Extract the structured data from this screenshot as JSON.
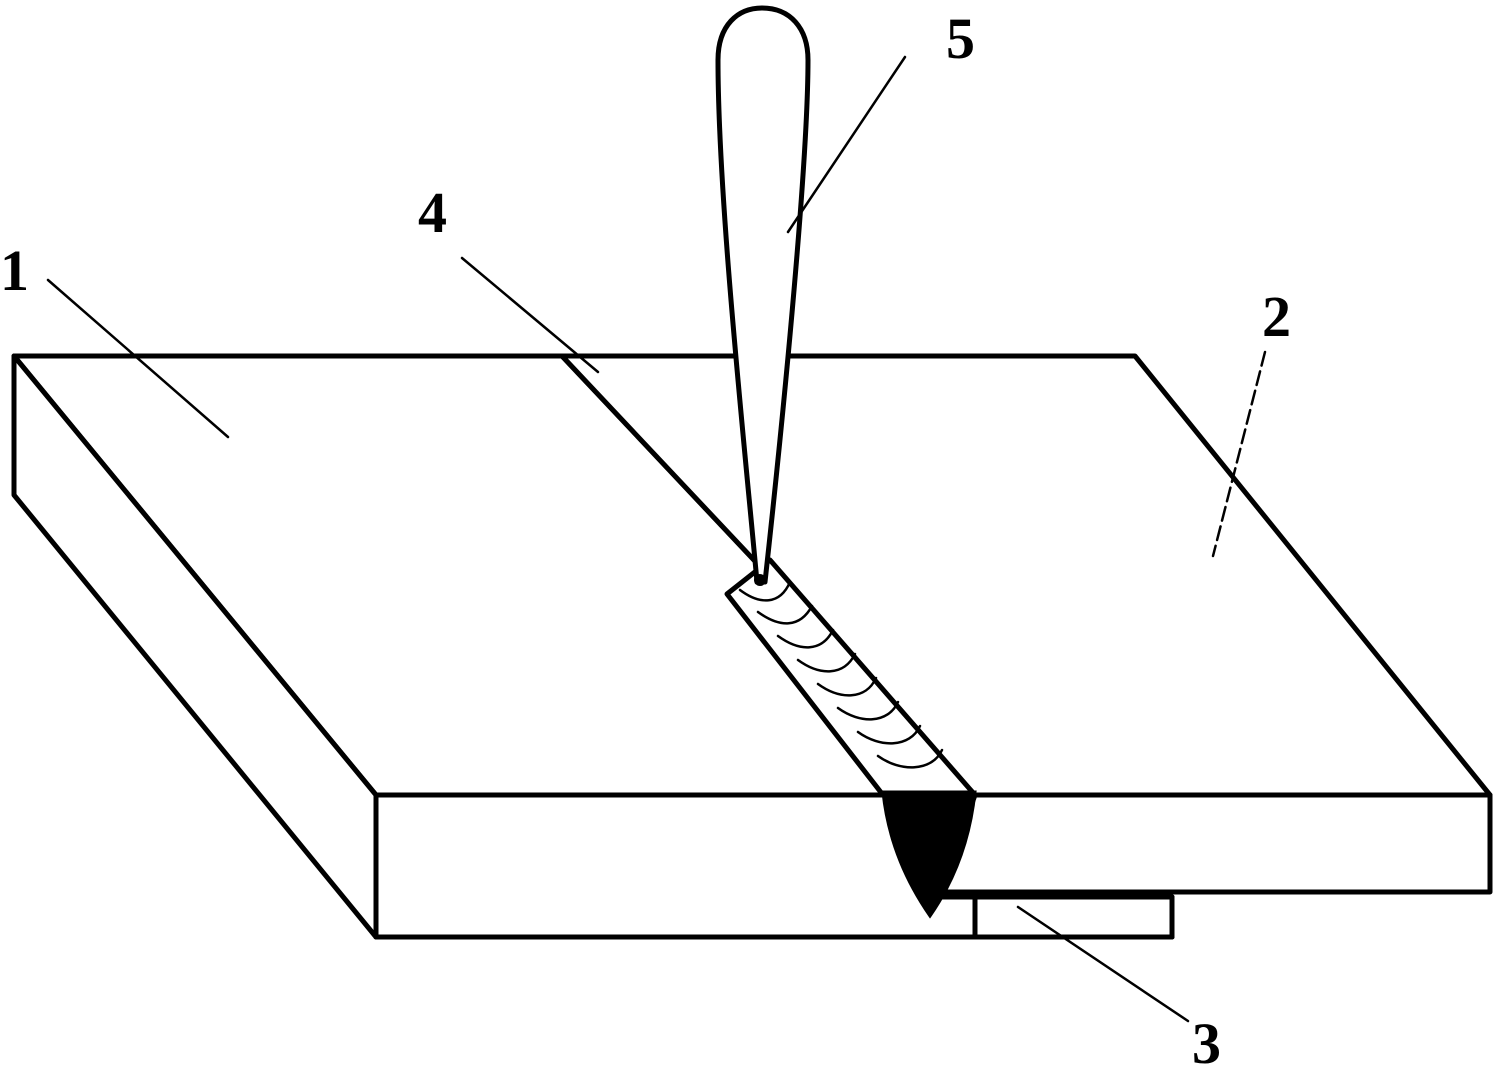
{
  "labels": {
    "part1": "1",
    "part2": "2",
    "part3": "3",
    "part4": "4",
    "part5": "5"
  },
  "colors": {
    "line": "#000000",
    "background": "#ffffff",
    "weld_root": "#000000"
  }
}
